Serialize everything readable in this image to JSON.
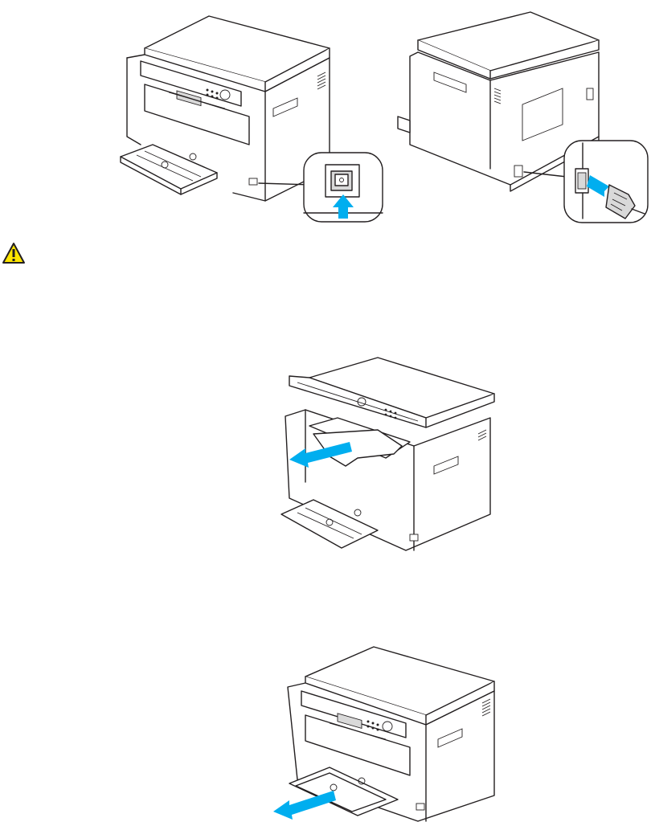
{
  "figures": [
    {
      "id": "front",
      "icon": "printer-power-switch-off-illustration"
    },
    {
      "id": "back",
      "icon": "printer-power-cord-unplug-illustration"
    },
    {
      "id": "jam",
      "icon": "printer-remove-jammed-paper-illustration"
    },
    {
      "id": "tray",
      "icon": "printer-remove-paper-from-tray-illustration"
    }
  ],
  "warning": {
    "icon": "warning-triangle-icon",
    "color": "#ffe600"
  },
  "colors": {
    "arrow": "#00aeef",
    "outline": "#231f20"
  }
}
